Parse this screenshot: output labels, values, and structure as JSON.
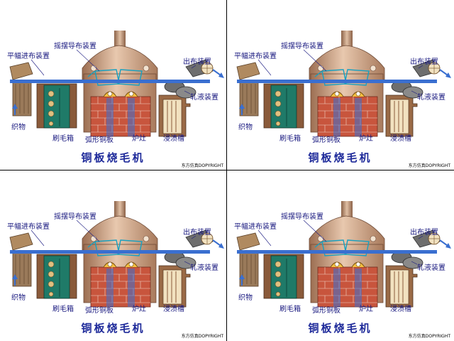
{
  "title": "铜板烧毛机",
  "copyright": "东方仿真DOPYRIGHT",
  "labels": {
    "flat_feeder": "平幅进布装置",
    "swing_guide": "摇摆导布装置",
    "exit_device": "出布装置",
    "squeeze_device": "轧液装置",
    "fabric": "织物",
    "brush_box": "刷毛箱",
    "arc_copper_plate": "弧形铜板",
    "furnace": "炉灶",
    "dip_tank": "浸渍槽"
  },
  "colors": {
    "belt": "#3a6fd0",
    "hood": "#c49a7a",
    "brick": "#c8553d",
    "brush_box": "#1f7a68",
    "label": "#1a1a80",
    "title": "#1e2a9a"
  },
  "panels": [
    {
      "id": "top-left"
    },
    {
      "id": "top-right"
    },
    {
      "id": "bottom-left"
    },
    {
      "id": "bottom-right"
    }
  ]
}
